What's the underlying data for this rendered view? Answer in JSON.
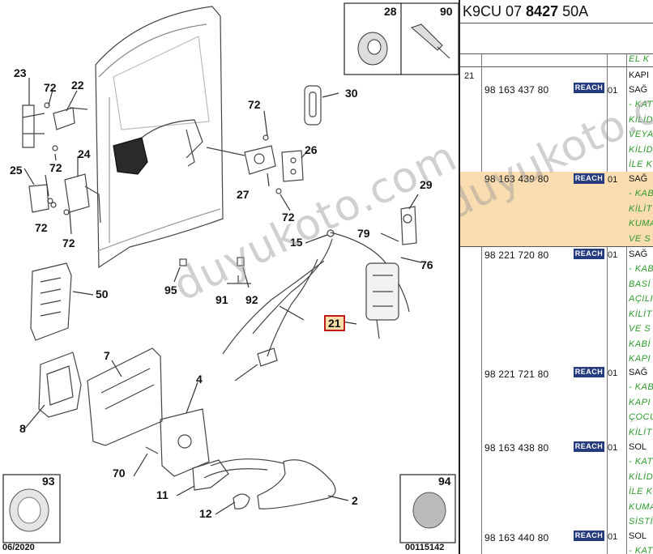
{
  "catalog": {
    "code_prefix": "K9CU 07 ",
    "code_bold": "8427",
    "code_suffix": " 50A",
    "date": "06/2020",
    "drawing_number": "00115142",
    "watermark": "duyukoto.com"
  },
  "callouts": [
    "23",
    "72",
    "22",
    "72",
    "24",
    "25",
    "72",
    "72",
    "72",
    "30",
    "72",
    "26",
    "27",
    "72",
    "29",
    "15",
    "79",
    "76",
    "50",
    "95",
    "91",
    "92",
    "21",
    "7",
    "4",
    "8",
    "70",
    "11",
    "12",
    "2"
  ],
  "highlighted_callout": "21",
  "insets": [
    "28",
    "90",
    "93",
    "94"
  ],
  "parts_table": {
    "header_desc": "EL K",
    "ref_label": "21",
    "reach_label": "REACH",
    "rows": [
      {
        "part": "98 163 437 80",
        "qty": "01",
        "highlight": false,
        "main": [
          "KAPI",
          "SAĞ"
        ],
        "sub": [
          "- KAT",
          "KİLİD",
          "VEYA",
          "KİLİD",
          "İLE K"
        ]
      },
      {
        "part": "98 163 439 80",
        "qty": "01",
        "highlight": true,
        "main": [
          "SAĞ"
        ],
        "sub": [
          "- KAB",
          "KİLİT",
          "KUMA",
          "VE S"
        ]
      },
      {
        "part": "98 221 720 80",
        "qty": "01",
        "highlight": false,
        "main": [
          "SAĞ"
        ],
        "sub": [
          "- KAB",
          "BASİ",
          "AÇILI",
          "KİLİT",
          "VE S",
          "KABİ",
          "KAPI"
        ]
      },
      {
        "part": "98 221 721 80",
        "qty": "01",
        "highlight": false,
        "main": [
          "SAĞ"
        ],
        "sub": [
          "- KAB",
          "KAPI",
          "ÇOCU",
          "KİLİT"
        ]
      },
      {
        "part": "98 163 438 80",
        "qty": "01",
        "highlight": false,
        "main": [
          "SOL"
        ],
        "sub": [
          "- KAT",
          "KİLİD",
          "İLE K",
          "KUMA",
          "SİSTİ"
        ]
      },
      {
        "part": "98 163 440 80",
        "qty": "01",
        "highlight": false,
        "main": [
          "SOL"
        ],
        "sub": [
          "- KAT"
        ]
      }
    ]
  }
}
